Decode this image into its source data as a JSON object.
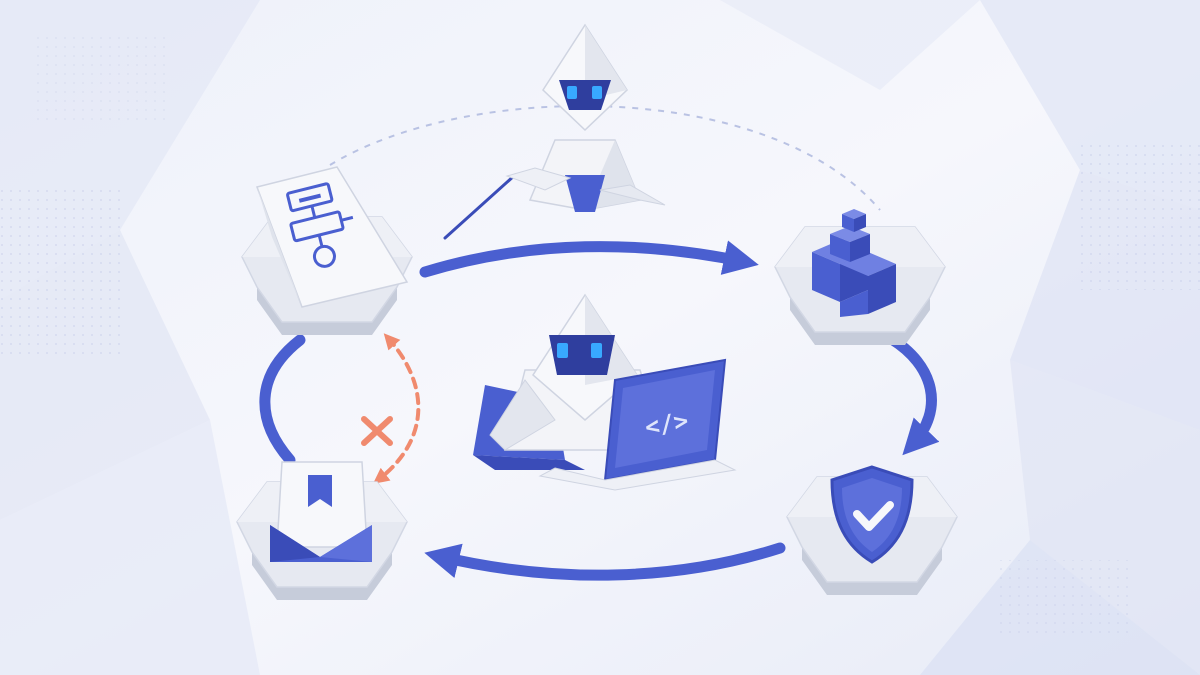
{
  "palette": {
    "background": "#f3f5fb",
    "panel_light": "#e3e8f6",
    "panel_mid": "#d3daf1",
    "paper": "#f7f8fb",
    "paper_shade": "#dfe3ec",
    "paper_dark": "#c6ccda",
    "accent_blue": "#4a5fd0",
    "accent_blue_dark": "#3a4cb8",
    "accent_blue_light": "#6f80e2",
    "eye_glow": "#38a9ff",
    "warning_coral": "#f08a6e",
    "dashed_line": "#b9c2e3"
  },
  "nodes": [
    {
      "id": "design",
      "icon": "flowchart-card-icon"
    },
    {
      "id": "build",
      "icon": "stacked-cubes-icon"
    },
    {
      "id": "verify",
      "icon": "shield-check-icon"
    },
    {
      "id": "ship",
      "icon": "envelope-bookmark-icon"
    }
  ],
  "agents": [
    {
      "id": "planner",
      "icon": "origami-robot-pointer-icon"
    },
    {
      "id": "coder",
      "icon": "origami-robot-laptop-icon",
      "screen_glyph": "</>"
    }
  ],
  "flows": [
    {
      "from": "design",
      "to": "build",
      "style": "solid"
    },
    {
      "from": "build",
      "to": "verify",
      "style": "solid"
    },
    {
      "from": "verify",
      "to": "ship",
      "style": "solid"
    },
    {
      "from": "ship",
      "to": "design",
      "style": "solid"
    },
    {
      "from": "design",
      "to": "ship",
      "style": "dashed-blocked",
      "marker": "x-icon"
    },
    {
      "from": "planner",
      "to": "build",
      "style": "dashed"
    }
  ]
}
